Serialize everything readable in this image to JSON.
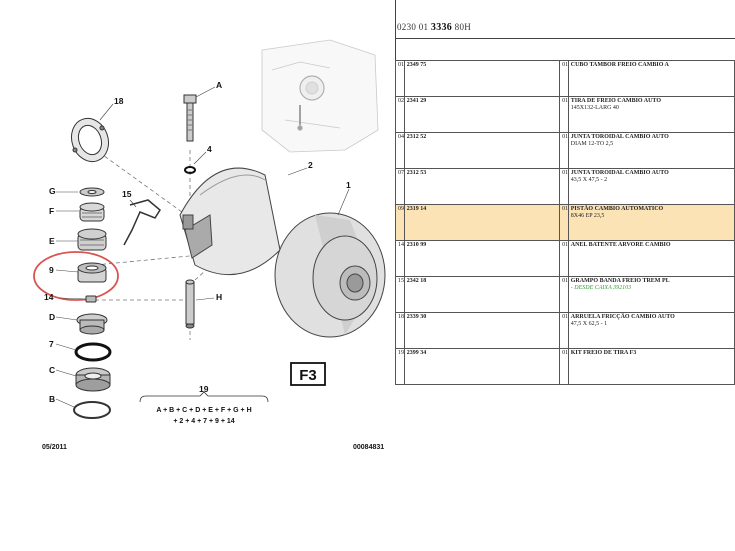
{
  "diagram": {
    "callouts": {
      "18": "18",
      "G": "G",
      "F": "F",
      "E": "E",
      "9": "9",
      "14": "14",
      "D": "D",
      "7": "7",
      "C": "C",
      "B": "B",
      "A": "A",
      "4": "4",
      "2": "2",
      "1": "1",
      "15": "15",
      "H": "H",
      "19": "19"
    },
    "formula_line1": "A + B + C + D + E + F + G + H",
    "formula_line2": "+ 2 + 4 + 7 + 9 + 14",
    "date": "05/2011",
    "code": "00084831",
    "plate": "F3",
    "highlight_color": "#d9534f"
  },
  "parts_panel": {
    "ref_prefix": "0230 01 ",
    "ref_bold": "3336",
    "ref_suffix": " 80H",
    "rows": [
      {
        "idx": "01",
        "code": "2349 75",
        "qty": "01",
        "name": "CUBO TAMBOR FREIO CAMBIO A",
        "detail": "",
        "note": "",
        "highlight": false
      },
      {
        "idx": "02",
        "code": "2341 29",
        "qty": "01",
        "name": "TIRA DE FREIO CAMBIO AUTO",
        "detail": "145X132-LARG 40",
        "note": "",
        "highlight": false
      },
      {
        "idx": "04",
        "code": "2312 52",
        "qty": "01",
        "name": "JUNTA TOROIDAL CAMBIO AUTO",
        "detail": "DIAM 12-TO 2,5",
        "note": "",
        "highlight": false
      },
      {
        "idx": "07",
        "code": "2312 53",
        "qty": "01",
        "name": "JUNTA TOROIDAL CAMBIO AUTO",
        "detail": "43,5 X 47,5 - 2",
        "note": "",
        "highlight": false
      },
      {
        "idx": "09",
        "code": "2319 14",
        "qty": "01",
        "name": "PISTÃO CAMBIO AUTOMATICO",
        "detail": "8X46 EP 23,5",
        "note": "",
        "highlight": true
      },
      {
        "idx": "14",
        "code": "2310 99",
        "qty": "01",
        "name": "ANEL BATENTE ARVORE CAMBIO",
        "detail": "",
        "note": "",
        "highlight": false
      },
      {
        "idx": "15",
        "code": "2342 18",
        "qty": "01",
        "name": "GRAMPO BANDA FREIO TREM PL",
        "detail": "",
        "note": "- DESDE CAIXA 392103",
        "highlight": false
      },
      {
        "idx": "18",
        "code": "2339 30",
        "qty": "01",
        "name": "ARRUELA FRICÇÃO CAMBIO AUTO",
        "detail": "47,5 X 62,5 - 1",
        "note": "",
        "highlight": false
      },
      {
        "idx": "19",
        "code": "2399 34",
        "qty": "01",
        "name": "KIT FREIO DE TIRA F3",
        "detail": "",
        "note": "",
        "highlight": false
      }
    ]
  }
}
